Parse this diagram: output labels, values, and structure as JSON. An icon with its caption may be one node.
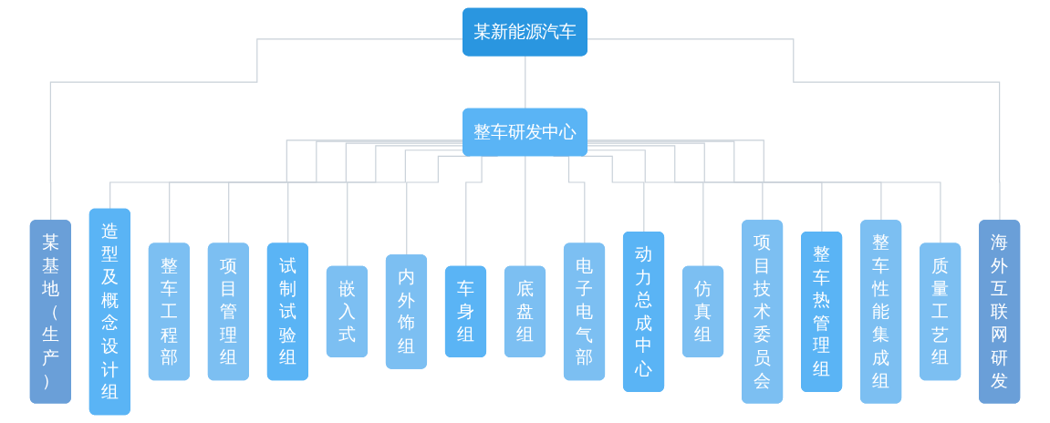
{
  "diagram": {
    "nodes": [
      {
        "text": [
          "某新能源汽车"
        ]
      },
      {
        "text": [
          "整车研发中心"
        ]
      },
      {
        "text": [
          "某基地（生产）"
        ]
      },
      {
        "text": [
          "造型及概念设计组"
        ]
      },
      {
        "text": [
          "整车工程部"
        ]
      },
      {
        "text": [
          "项目管理组"
        ]
      },
      {
        "text": [
          "试制试验组"
        ]
      },
      {
        "text": [
          "嵌入式"
        ]
      },
      {
        "text": [
          "内外饰组"
        ]
      },
      {
        "text": [
          "车身组"
        ]
      },
      {
        "text": [
          "底盘组"
        ]
      },
      {
        "text": [
          "电子电气部"
        ]
      },
      {
        "text": [
          "动力总成中心"
        ]
      },
      {
        "text": [
          "仿真组"
        ]
      },
      {
        "text": [
          "项目技术委员会"
        ]
      },
      {
        "text": [
          "整车热管理组"
        ]
      },
      {
        "text": [
          "整车性能集成组"
        ]
      },
      {
        "text": [
          "质量工艺组"
        ]
      },
      {
        "text": [
          "海外互联网研发"
        ]
      }
    ],
    "edges": [
      {
        "from": 0,
        "to": 2,
        "arrow": "none"
      },
      {
        "from": 0,
        "to": 1,
        "arrow": "none"
      },
      {
        "from": 0,
        "to": 18,
        "arrow": "none"
      },
      {
        "from": 1,
        "to": 3,
        "arrow": "none"
      },
      {
        "from": 1,
        "to": 4,
        "arrow": "none"
      },
      {
        "from": 1,
        "to": 5,
        "arrow": "none"
      },
      {
        "from": 1,
        "to": 6,
        "arrow": "none"
      },
      {
        "from": 1,
        "to": 7,
        "arrow": "none"
      },
      {
        "from": 1,
        "to": 8,
        "arrow": "none"
      },
      {
        "from": 1,
        "to": 9,
        "arrow": "none"
      },
      {
        "from": 1,
        "to": 10,
        "arrow": "none"
      },
      {
        "from": 1,
        "to": 11,
        "arrow": "none"
      },
      {
        "from": 1,
        "to": 12,
        "arrow": "none"
      },
      {
        "from": 1,
        "to": 13,
        "arrow": "none"
      },
      {
        "from": 1,
        "to": 14,
        "arrow": "none"
      },
      {
        "from": 1,
        "to": 15,
        "arrow": "none"
      },
      {
        "from": 1,
        "to": 16,
        "arrow": "none"
      },
      {
        "from": 1,
        "to": 17,
        "arrow": "none"
      }
    ]
  }
}
